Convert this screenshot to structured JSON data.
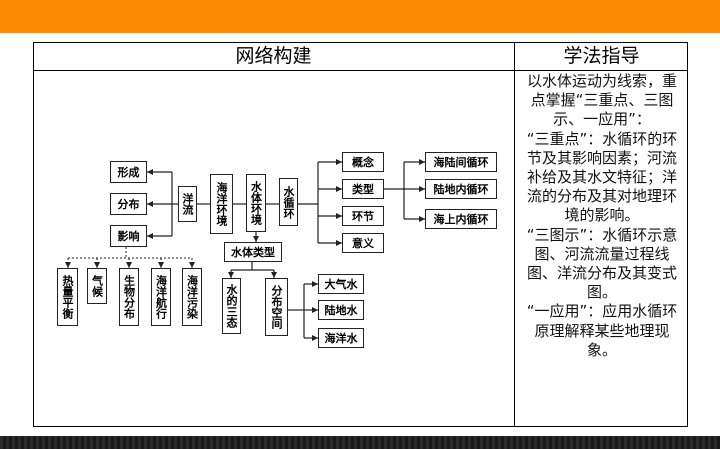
{
  "table": {
    "header_left": "网络构建",
    "header_right": "学法指导"
  },
  "guide": {
    "paragraphs": [
      "以水体运动为线索，重点掌握“三重点、三图示、一应用”：",
      "“三重点”：水循环的环节及其影响因素；河流补给及其水文特征；洋流的分布及其对地理环境的影响。",
      "“三图示”：水循环示意图、河流流量过程线图、洋流分布及其变式图。",
      "“一应用”：应用水循环原理解释某些地理现象。"
    ]
  },
  "diagram": {
    "left": [
      "形成",
      "分布",
      "影响"
    ],
    "ocean_current": "洋流",
    "ocean_env": "海洋环境",
    "water_env": "水体环境",
    "water_cycle": "水循环",
    "cycle_items": [
      "概念",
      "类型",
      "环节",
      "意义"
    ],
    "cycle_types": [
      "海陆间循环",
      "陆地内循环",
      "海上内循环"
    ],
    "water_types": "水体类型",
    "states": "水的三态",
    "distribution": "分布空间",
    "water_bodies": [
      "大气水",
      "陆地水",
      "海洋水"
    ],
    "impacts": [
      "热量平衡",
      "气候",
      "生物分布",
      "海洋航行",
      "海洋污染"
    ]
  }
}
